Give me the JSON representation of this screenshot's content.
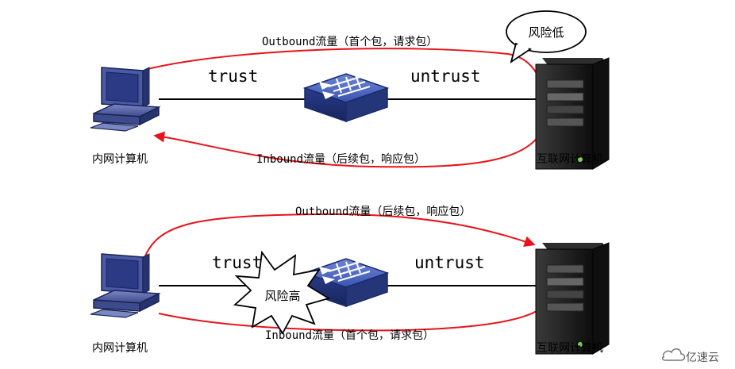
{
  "top_scenario": {
    "trust_label": "trust",
    "untrust_label": "untrust",
    "outbound_label": "Outbound流量（首个包，请求包）",
    "inbound_label": "Inbound流量（后续包，响应包）",
    "risk_label": "风险低",
    "internal_pc_label": "内网计算机",
    "internet_pc_label": "互联网计算机"
  },
  "bottom_scenario": {
    "trust_label": "trust",
    "untrust_label": "untrust",
    "outbound_label": "Outbound流量（后续包，响应包）",
    "inbound_label": "Inbound流量（首个包，请求包）",
    "risk_label": "风险高",
    "internal_pc_label": "内网计算机",
    "internet_pc_label": "互联网计算机"
  },
  "watermark": "亿速云",
  "colors": {
    "flow_arrow": "#e8131a",
    "link_line": "#000000",
    "firewall_body": "#2e3f8f",
    "server_body": "#1a1a1a"
  },
  "icons": {
    "firewall": "firewall-icon",
    "internal_pc": "desktop-computer-icon",
    "internet_pc": "server-tower-icon"
  }
}
